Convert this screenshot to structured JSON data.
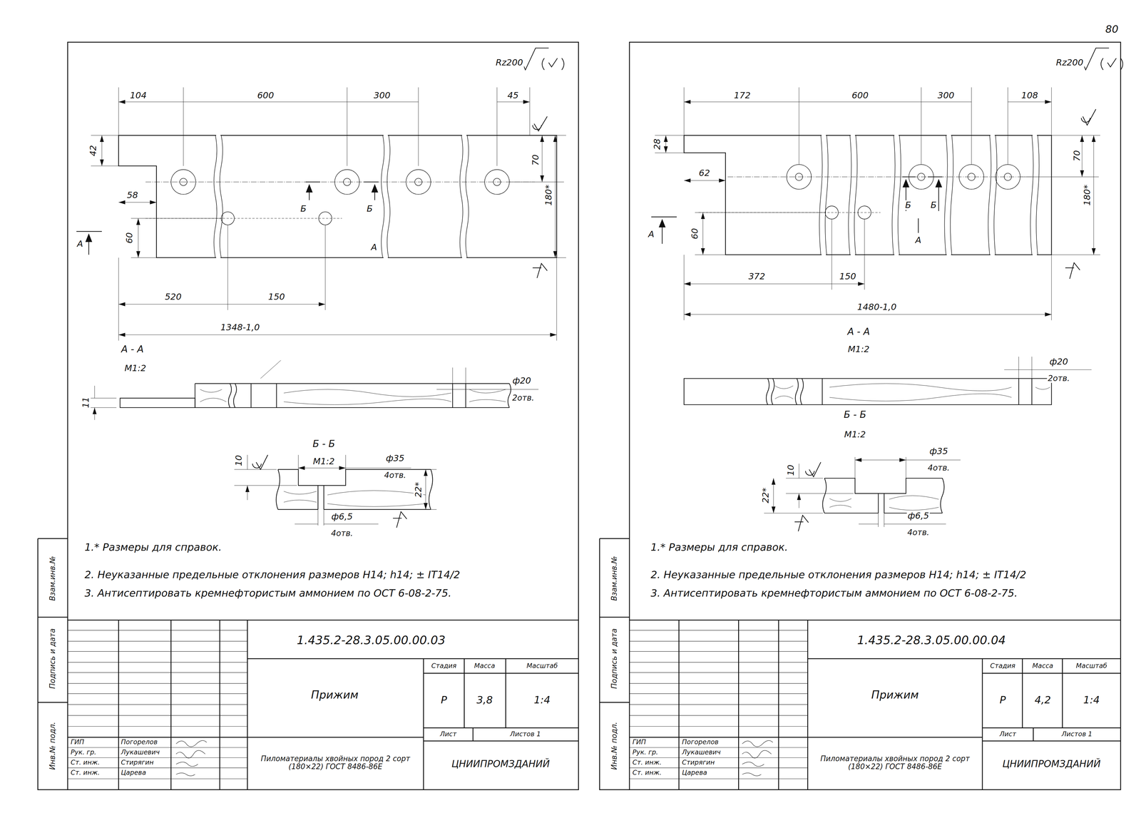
{
  "diagram": {
    "labels": [
      "80",
      "Rz200",
      "104",
      "600",
      "300",
      "45",
      "42",
      "70",
      "180*",
      "58",
      "60",
      "Б",
      "Б",
      "А",
      "А",
      "520",
      "150",
      "1348-1,0",
      "А - А",
      "М1:2",
      "11",
      "ф20",
      "2отв.",
      "Б - Б",
      "М1:2",
      "10",
      "ф35",
      "4отв.",
      "22*",
      "ф6,5",
      "4отв.",
      "1.* Размеры для справок.",
      "2. Неуказанные предельные отклонения размеров H14; h14; ± IT14/2",
      "3. Антисептировать кремнефтористым аммонием по ОСТ 6-08-2-75.",
      "Взам.инв.№",
      "Подпись и дата",
      "Инв.№ подл.",
      "1.435.2-28.3.05.00.00.03",
      "Прижим",
      "Стадия",
      "Масса",
      "Масштаб",
      "Р",
      "3,8",
      "1:4",
      "Лист",
      "Листов 1",
      "Пиломатериалы хвойных пород 2 сорт (180×22) ГОСТ 8486-86Е",
      "ЦНИИПРОМЗДАНИЙ",
      "ГИП",
      "Погорелов",
      "Рук. гр.",
      "Лукашевич",
      "Ст. инж.",
      "Стирягин",
      "Ст. инж.",
      "Царева",
      "Rz200",
      "172",
      "600",
      "300",
      "108",
      "28",
      "70",
      "180*",
      "62",
      "60",
      "Б",
      "Б",
      "А",
      "А",
      "372",
      "150",
      "1480-1,0",
      "А - А",
      "М1:2",
      "ф20",
      "2отв.",
      "Б - Б",
      "М1:2",
      "10",
      "ф35",
      "4отв.",
      "22*",
      "ф6,5",
      "4отв.",
      "1.* Размеры для справок.",
      "2. Неуказанные предельные отклонения размеров H14; h14; ± IT14/2",
      "3. Антисептировать кремнефтористым аммонием по ОСТ 6-08-2-75.",
      "Взам.инв.№",
      "Подпись и дата",
      "Инв.№ подл.",
      "1.435.2-28.3.05.00.00.04",
      "Прижим",
      "Стадия",
      "Масса",
      "Масштаб",
      "Р",
      "4,2",
      "1:4",
      "Лист",
      "Листов 1",
      "Пиломатериалы хвойных пород 2 сорт (180×22) ГОСТ 8486-86Е",
      "ЦНИИПРОМЗДАНИЙ",
      "ГИП",
      "Погорелов",
      "Рук. гр.",
      "Лукашевич",
      "Ст. инж.",
      "Стирягин",
      "Ст. инж.",
      "Царева"
    ]
  }
}
